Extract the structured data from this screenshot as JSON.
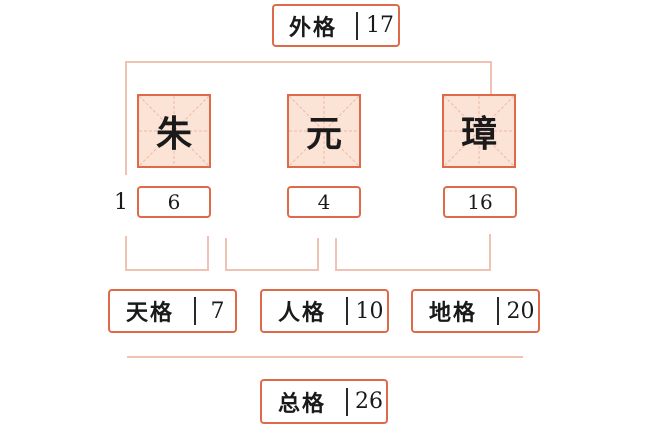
{
  "outer_grid": {
    "label": "外格",
    "value": "17"
  },
  "characters": [
    {
      "char": "朱",
      "strokes": "6"
    },
    {
      "char": "元",
      "strokes": "4"
    },
    {
      "char": "璋",
      "strokes": "16"
    }
  ],
  "extra_stroke": "1",
  "grids": [
    {
      "label": "天格",
      "value": "7"
    },
    {
      "label": "人格",
      "value": "10"
    },
    {
      "label": "地格",
      "value": "20"
    }
  ],
  "total_grid": {
    "label": "总格",
    "value": "26"
  },
  "colors": {
    "accent": "#df6a4a",
    "connector": "#f0c2b3",
    "cell_fill": "#fbe3d6"
  }
}
